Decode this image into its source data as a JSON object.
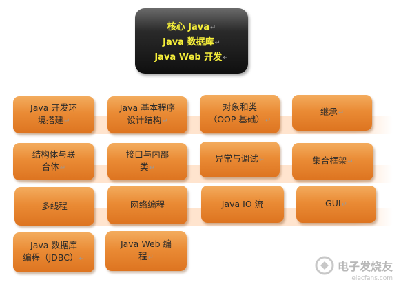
{
  "core": {
    "lines": [
      "核心 Java",
      "Java 数据库",
      "Java Web 开发"
    ]
  },
  "boxes": [
    {
      "lines": [
        "Java  开发环",
        "境搭建"
      ]
    },
    {
      "lines": [
        "Java 基本程序",
        "设计结构"
      ]
    },
    {
      "lines": [
        "对象和类",
        "（OOP 基础）"
      ]
    },
    {
      "lines": [
        "继承"
      ]
    },
    {
      "lines": [
        "结构体与联",
        "合体"
      ]
    },
    {
      "lines": [
        "接口与内部",
        "类"
      ]
    },
    {
      "lines": [
        "异常与调试"
      ]
    },
    {
      "lines": [
        "集合框架"
      ]
    },
    {
      "lines": [
        "多线程"
      ]
    },
    {
      "lines": [
        "网络编程"
      ]
    },
    {
      "lines": [
        "Java IO  流"
      ]
    },
    {
      "lines": [
        "GUI"
      ]
    },
    {
      "lines": [
        "Java  数据库",
        "编程（JDBC）"
      ]
    },
    {
      "lines": [
        "Java Web  编",
        "程"
      ]
    }
  ],
  "return_mark": "↵",
  "watermark": {
    "text": "电子发烧友",
    "domain": "elecfans.com"
  }
}
